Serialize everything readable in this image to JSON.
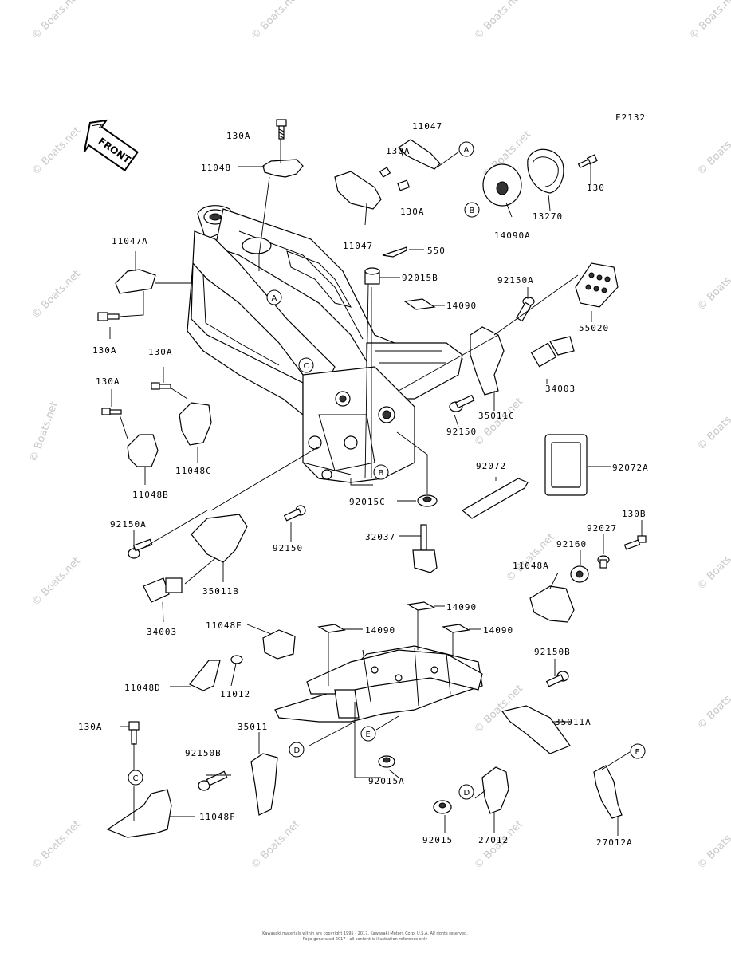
{
  "figure_code": "F2132",
  "front_label": "FRONT",
  "watermark": "© Boats.net",
  "footer": {
    "line1": "Kawasaki materials within are copyright 1995 - 2017, Kawasaki Motors Corp, U.S.A. All rights reserved.",
    "line2": "Page generated 2017 - all content is illustration reference only"
  },
  "callout_letters": [
    "A",
    "B",
    "C",
    "D",
    "E"
  ],
  "part_labels": [
    "130A",
    "11048",
    "11047",
    "130A",
    "130A",
    "11047",
    "130",
    "13270",
    "14090A",
    "11047A",
    "550",
    "92015B",
    "130A",
    "14090",
    "92150A",
    "55020",
    "130A",
    "130A",
    "11048C",
    "11048B",
    "34003",
    "35011C",
    "92150",
    "92072",
    "92072A",
    "92015C",
    "92150A",
    "92150",
    "35011B",
    "34003",
    "32037",
    "130B",
    "92027",
    "92160",
    "11048A",
    "11048E",
    "14090",
    "14090",
    "14090",
    "11048D",
    "11012",
    "92150B",
    "130A",
    "35011",
    "35011A",
    "92150B",
    "92015A",
    "11048F",
    "92015",
    "27012",
    "27012A"
  ]
}
